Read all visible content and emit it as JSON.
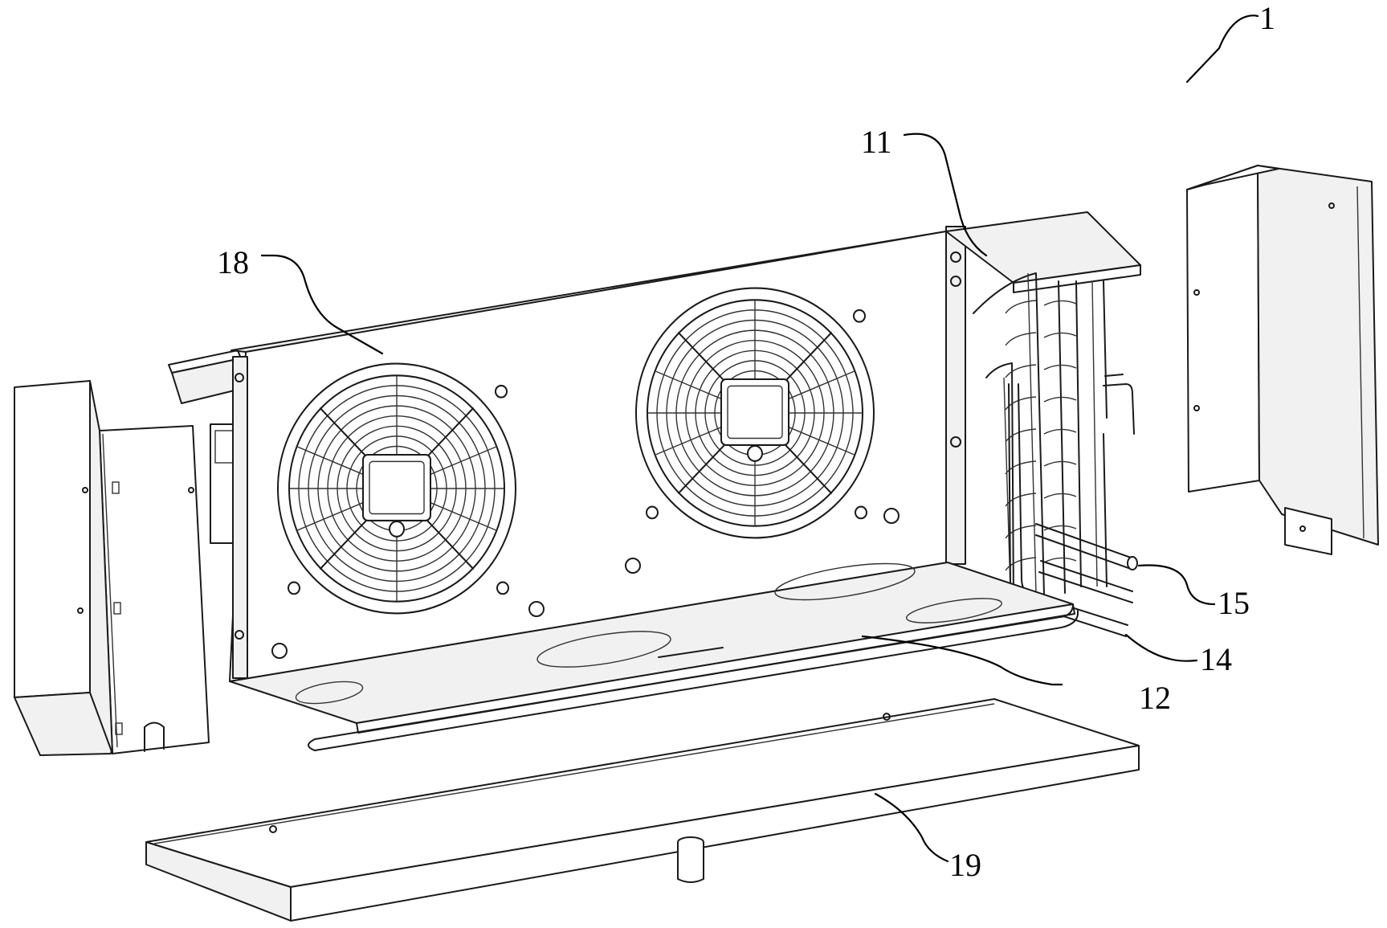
{
  "figure": {
    "labels": [
      {
        "id": "1",
        "text": "1"
      },
      {
        "id": "11",
        "text": "11"
      },
      {
        "id": "12",
        "text": "12"
      },
      {
        "id": "14",
        "text": "14"
      },
      {
        "id": "15",
        "text": "15"
      },
      {
        "id": "18",
        "text": "18"
      },
      {
        "id": "19",
        "text": "19"
      }
    ]
  }
}
